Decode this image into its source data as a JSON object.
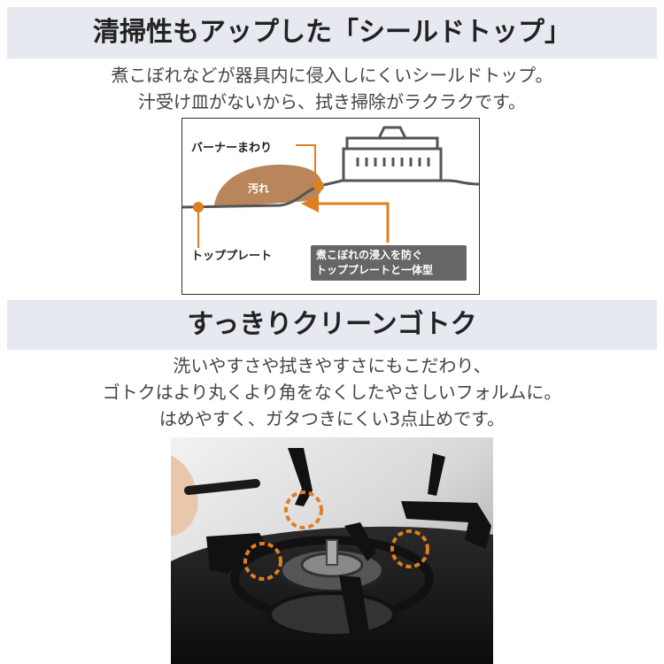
{
  "section1": {
    "title": "清掃性もアップした「シールドトップ」",
    "lines": [
      "煮こぼれなどが器具内に侵入しにくいシールドトップ。",
      "汁受け皿がないから、拭き掃除がラクラクです。"
    ]
  },
  "diagram": {
    "burner_label": "バーナーまわり",
    "dirt_label": "汚れ",
    "plate_label": "トッププレート",
    "callout_lines": [
      "煮こぼれの浸入を防ぐ",
      "トッププレートと一体型"
    ]
  },
  "section2": {
    "title": "すっきりクリーンゴトク",
    "lines": [
      "洗いやすさや拭きやすさにもこだわり、",
      "ゴトクはより丸くより角をなくしたやさしいフォルムに。",
      "はめやすく、ガタつきにくい3点止めです。"
    ]
  },
  "colors": {
    "accent": "#e07f22",
    "banner_bg": "#e6e9ef",
    "dirt": "#b8865a",
    "callout_bg": "#666666"
  }
}
